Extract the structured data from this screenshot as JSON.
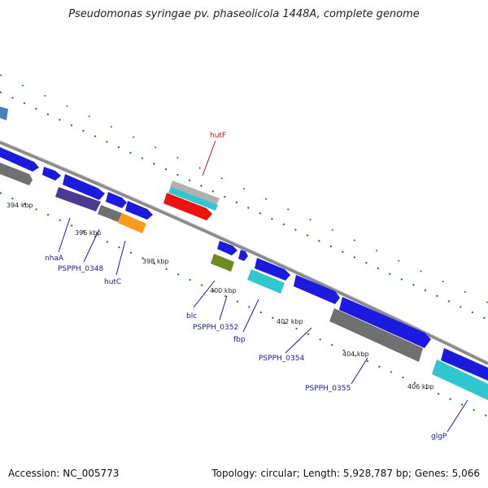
{
  "title": "Pseudomonas syringae pv. phaseolicola 1448A, complete genome",
  "accession": "Accession: NC_005773",
  "summary": "Topology: circular; Length: 5,928,787 bp; Genes: 5,066",
  "colors": {
    "backbone": "#808080",
    "tick": "#1a7a1a",
    "label_blue": "#1a1aaa",
    "label_red": "#cc1111",
    "gene_blue": "#1a1ae0",
    "gene_grey": "#707070",
    "gene_cyan": "#30c8d0",
    "gene_red": "#ee1111",
    "gene_orange": "#ff9a1a",
    "gene_purple": "#4a3a90",
    "gene_olive": "#6b8a20",
    "gene_lightgrey": "#b0b0b0",
    "gene_steelblue": "#4a80c0"
  },
  "kbp_labels": [
    "394 kbp",
    "396 kbp",
    "398 kbp",
    "400 kbp",
    "402 kbp",
    "404 kbp",
    "406 kbp"
  ],
  "gene_labels": [
    {
      "name": "hutF",
      "color": "red"
    },
    {
      "name": "nhaA",
      "color": "blue"
    },
    {
      "name": "PSPPH_0348",
      "color": "blue"
    },
    {
      "name": "hutC",
      "color": "blue"
    },
    {
      "name": "blc",
      "color": "blue"
    },
    {
      "name": "PSPPH_0352",
      "color": "blue"
    },
    {
      "name": "fbp",
      "color": "blue"
    },
    {
      "name": "PSPPH_0354",
      "color": "blue"
    },
    {
      "name": "PSPPH_0355",
      "color": "blue"
    },
    {
      "name": "glgP",
      "color": "blue"
    }
  ]
}
